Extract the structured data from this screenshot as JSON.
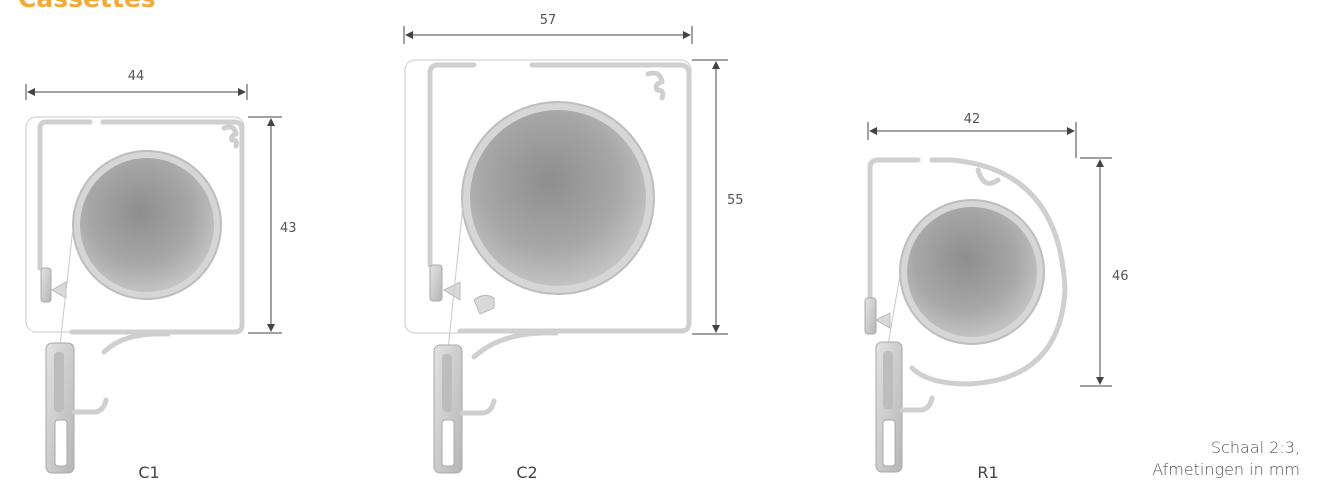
{
  "title": "Cassettes",
  "profiles": [
    {
      "name": "C1",
      "width": "44",
      "height": "43"
    },
    {
      "name": "C2",
      "width": "57",
      "height": "55"
    },
    {
      "name": "R1",
      "width": "42",
      "height": "46"
    }
  ],
  "note": {
    "line1": "Schaal 2:3,",
    "line2": "Afmetingen  in mm"
  },
  "colors": {
    "accent": "#f0a93b",
    "metal": "#cfcfcf",
    "roll": "#9e9e9e"
  }
}
